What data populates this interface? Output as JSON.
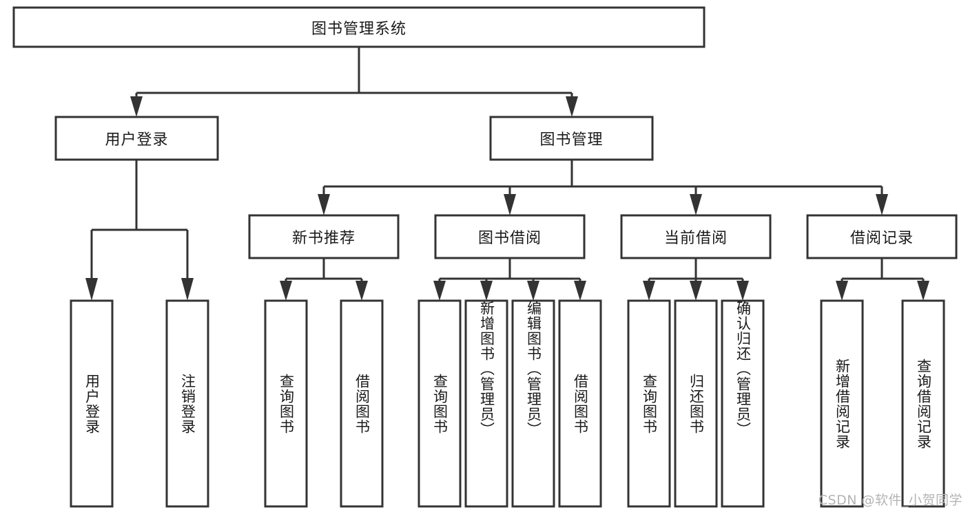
{
  "diagram": {
    "title": "图书管理系统",
    "type": "tree-hierarchy",
    "levels": 4,
    "root": {
      "id": "root",
      "label": "图书管理系统",
      "orientation": "horizontal"
    },
    "level2": [
      {
        "id": "user-login",
        "label": "用户登录",
        "orientation": "horizontal"
      },
      {
        "id": "book-manage",
        "label": "图书管理",
        "orientation": "horizontal"
      }
    ],
    "level3": [
      {
        "id": "new-book-recommend",
        "label": "新书推荐",
        "orientation": "horizontal",
        "parent": "book-manage"
      },
      {
        "id": "book-borrow",
        "label": "图书借阅",
        "orientation": "horizontal",
        "parent": "book-manage"
      },
      {
        "id": "current-borrow",
        "label": "当前借阅",
        "orientation": "horizontal",
        "parent": "book-manage"
      },
      {
        "id": "borrow-record",
        "label": "借阅记录",
        "orientation": "horizontal",
        "parent": "book-manage"
      }
    ],
    "leaves": [
      {
        "id": "leaf-user-login",
        "label": "用户登录",
        "parent": "user-login",
        "orientation": "vertical"
      },
      {
        "id": "leaf-user-logout",
        "label": "注销登录",
        "parent": "user-login",
        "orientation": "vertical"
      },
      {
        "id": "leaf-query-book-1",
        "label": "查询图书",
        "parent": "new-book-recommend",
        "orientation": "vertical"
      },
      {
        "id": "leaf-borrow-book-1",
        "label": "借阅图书",
        "parent": "new-book-recommend",
        "orientation": "vertical"
      },
      {
        "id": "leaf-query-book-2",
        "label": "查询图书",
        "parent": "book-borrow",
        "orientation": "vertical"
      },
      {
        "id": "leaf-add-book",
        "label": "新增图书（管理员）",
        "parent": "book-borrow",
        "orientation": "vertical"
      },
      {
        "id": "leaf-edit-book",
        "label": "编辑图书（管理员）",
        "parent": "book-borrow",
        "orientation": "vertical"
      },
      {
        "id": "leaf-borrow-book-2",
        "label": "借阅图书",
        "parent": "book-borrow",
        "orientation": "vertical"
      },
      {
        "id": "leaf-query-book-3",
        "label": "查询图书",
        "parent": "current-borrow",
        "orientation": "vertical"
      },
      {
        "id": "leaf-return-book",
        "label": "归还图书",
        "parent": "current-borrow",
        "orientation": "vertical"
      },
      {
        "id": "leaf-confirm-return",
        "label": "确认归还（管理员）",
        "parent": "current-borrow",
        "orientation": "vertical"
      },
      {
        "id": "leaf-add-record",
        "label": "新增借阅记录",
        "parent": "borrow-record",
        "orientation": "vertical"
      },
      {
        "id": "leaf-query-record",
        "label": "查询借阅记录",
        "parent": "borrow-record",
        "orientation": "vertical"
      }
    ],
    "colors": {
      "box_stroke": "#333333",
      "box_fill": "#ffffff",
      "text": "#1a1a1a",
      "connector": "#333333",
      "watermark": "#b4b4b4",
      "background": "#ffffff"
    }
  },
  "watermark": {
    "text": "CSDN @软件_小贺同学"
  }
}
